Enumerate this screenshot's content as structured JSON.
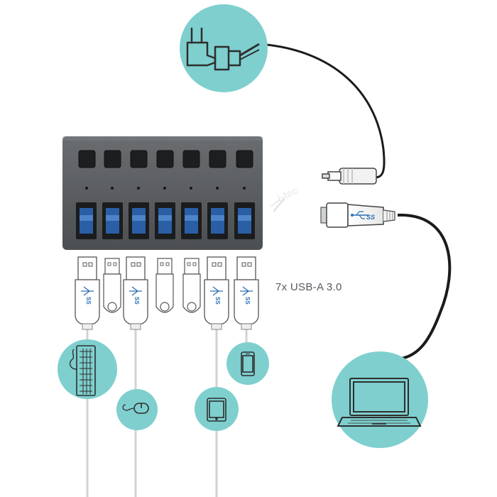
{
  "brand": {
    "logo_text": "i-tec"
  },
  "hub": {
    "port_count": 7,
    "ports_label": "7x USB-A 3.0",
    "usb_plug_mark": "SS"
  },
  "colors": {
    "accent_circle": "#7fcfcf",
    "hub_body": "#5b5e61",
    "usb_port_blue": "#2a5fa6",
    "cable_black": "#1b1b1b",
    "cable_light": "#cfcfcf",
    "icon_stroke": "#3a3a3a"
  },
  "icons": {
    "power": "power-plug-icon",
    "keyboard": "keyboard-icon",
    "mouse": "mouse-icon",
    "tablet": "tablet-icon",
    "phone": "smartphone-icon",
    "laptop": "laptop-icon",
    "flash_drive": "flash-drive-icon",
    "usb_logo": "usb-ss-logo-icon"
  }
}
